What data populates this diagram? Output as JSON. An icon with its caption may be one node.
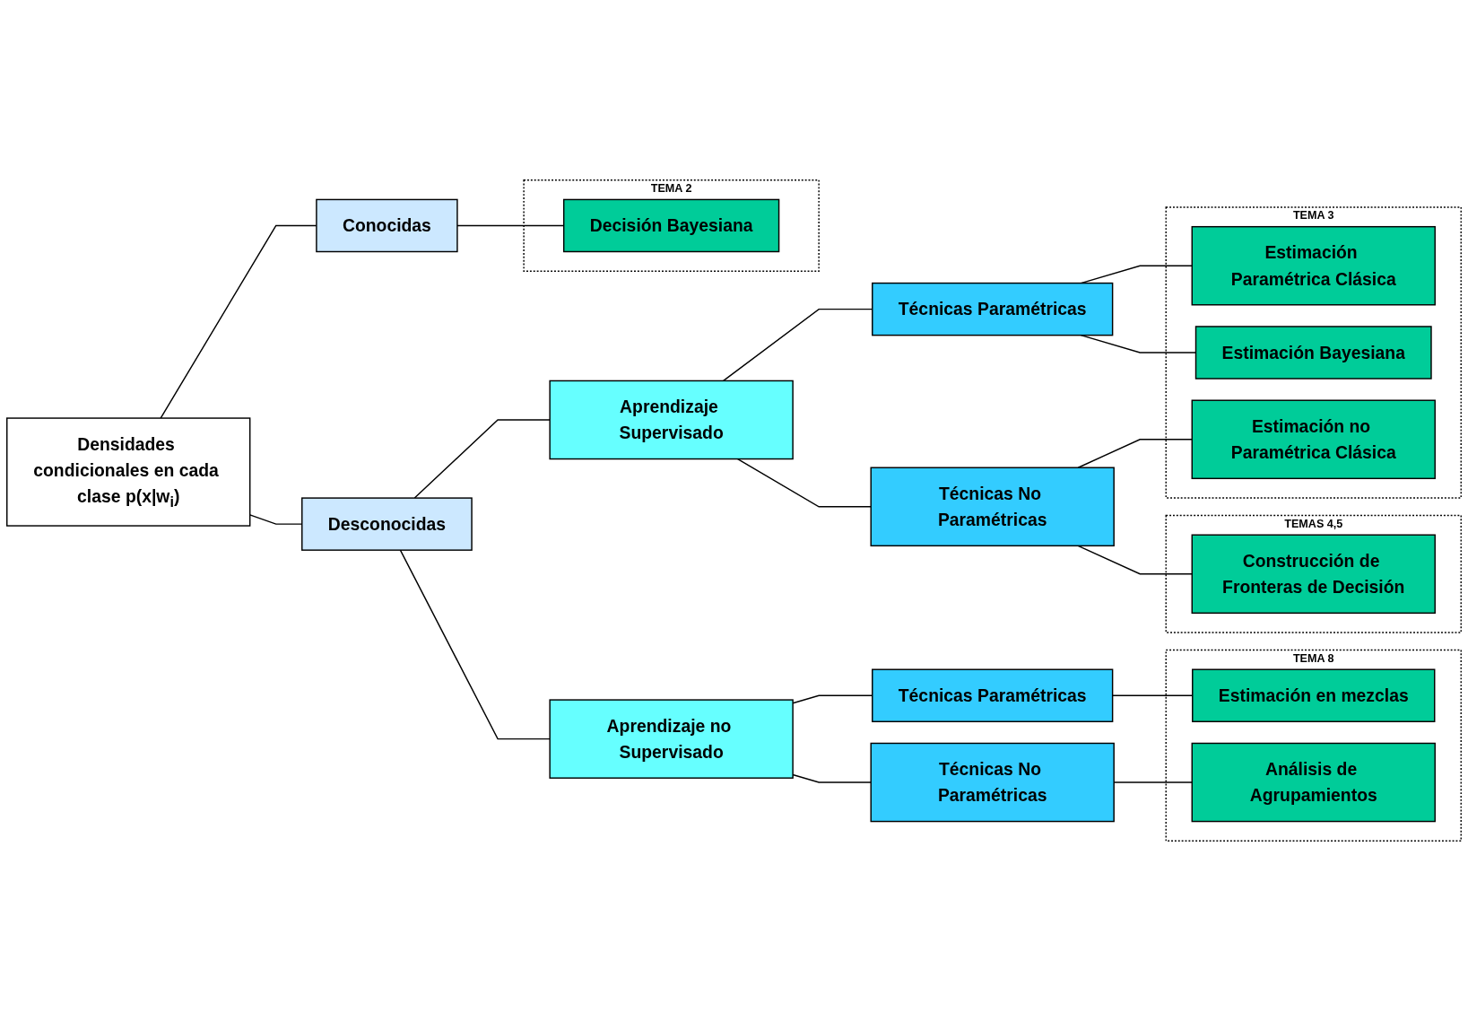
{
  "diagram": {
    "nodes": [
      {
        "text": [
          "Densidades condicionales en cada clase p(x|w$_{i}$)"
        ]
      },
      {
        "text": [
          "Conocidas"
        ]
      },
      {
        "text": [
          "TEMA 2"
        ]
      },
      {
        "text": [
          "Decisión Bayesiana"
        ],
        "in": 2
      },
      {
        "text": [
          "Desconocidas"
        ]
      },
      {
        "text": [
          "Aprendizaje Supervisado"
        ]
      },
      {
        "text": [
          "Técnicas Paramétricas"
        ]
      },
      {
        "text": [
          "TEMA 3"
        ]
      },
      {
        "text": [
          "Estimación Paramétrica Clásica"
        ],
        "in": 7
      },
      {
        "text": [
          "Estimación Bayesiana"
        ],
        "in": 7
      },
      {
        "text": [
          "Estimación no Paramétrica Clásica"
        ],
        "in": 7
      },
      {
        "text": [
          "Técnicas No Paramétricas"
        ]
      },
      {
        "text": [
          "TEMAS 4,5"
        ]
      },
      {
        "text": [
          "Construcción de Fronteras de Decisión"
        ],
        "in": 12
      },
      {
        "text": [
          "Aprendizaje no Supervisado"
        ]
      },
      {
        "text": [
          "Técnicas Paramétricas"
        ]
      },
      {
        "text": [
          "Técnicas No Paramétricas"
        ]
      },
      {
        "text": [
          "TEMA 8"
        ]
      },
      {
        "text": [
          "Estimación en mezclas"
        ],
        "in": 17
      },
      {
        "text": [
          "Análisis de Agrupamientos"
        ],
        "in": 17
      }
    ],
    "edges": [
      {
        "from": 0,
        "to": 1,
        "arrow": "none"
      },
      {
        "from": 0,
        "to": 4,
        "arrow": "none"
      },
      {
        "from": 1,
        "to": 3,
        "arrow": "none"
      },
      {
        "from": 4,
        "to": 5,
        "arrow": "none"
      },
      {
        "from": 4,
        "to": 14,
        "arrow": "none"
      },
      {
        "from": 5,
        "to": 6,
        "arrow": "none"
      },
      {
        "from": 5,
        "to": 11,
        "arrow": "none"
      },
      {
        "from": 6,
        "to": 8,
        "arrow": "none"
      },
      {
        "from": 6,
        "to": 9,
        "arrow": "none"
      },
      {
        "from": 11,
        "to": 10,
        "arrow": "none"
      },
      {
        "from": 11,
        "to": 13,
        "arrow": "none"
      },
      {
        "from": 14,
        "to": 15,
        "arrow": "none"
      },
      {
        "from": 14,
        "to": 16,
        "arrow": "none"
      },
      {
        "from": 15,
        "to": 18,
        "arrow": "none"
      },
      {
        "from": 16,
        "to": 19,
        "arrow": "none"
      }
    ]
  }
}
